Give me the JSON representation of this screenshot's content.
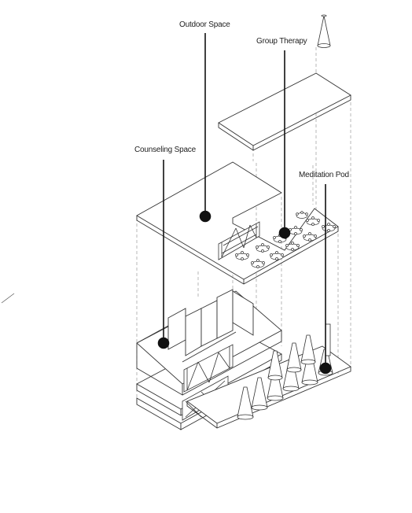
{
  "labels": {
    "outdoor_space": "Outdoor Space",
    "group_therapy": "Group Therapy",
    "counseling_space": "Counseling Space",
    "meditation_pod": "Meditation Pod"
  },
  "colors": {
    "line": "#333333",
    "dash": "#9a9a9a",
    "dot": "#111111",
    "background": "#ffffff"
  }
}
